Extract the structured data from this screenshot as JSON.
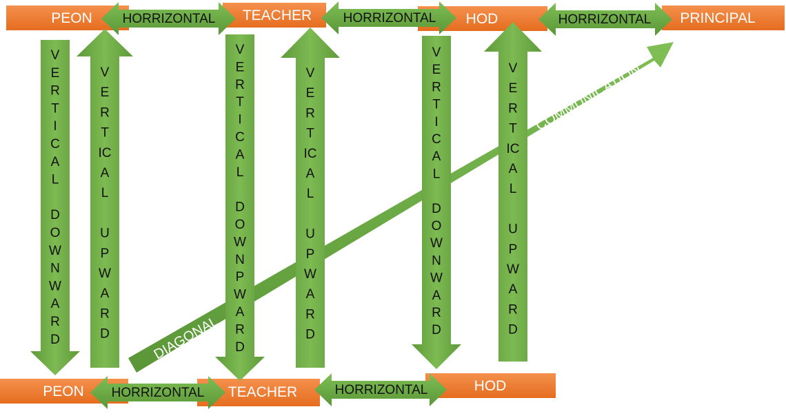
{
  "top_boxes": {
    "peon": "PEON",
    "teacher": "TEACHER",
    "hod": "HOD",
    "principal": "PRINCIPAL"
  },
  "bottom_boxes": {
    "peon": "PEON",
    "teacher": "TEACHER",
    "hod": "HOD"
  },
  "horizontal_arrows": {
    "top_1": "HORRIZONTAL",
    "top_2": "HORRIZONTAL",
    "top_3": "HORRIZONTAL",
    "bottom_1": "HORRIZONTAL",
    "bottom_2": "HORRIZONTAL"
  },
  "vertical_arrows": {
    "peon_down": [
      "V",
      "E",
      "R",
      "T",
      "I",
      "C",
      "A",
      "L",
      "",
      "D",
      "O",
      "W",
      "N",
      "W",
      "A",
      "R",
      "D"
    ],
    "peon_up": [
      "V",
      "E",
      "R",
      "T",
      "IC",
      "A",
      "L",
      "",
      "U",
      "P",
      "W",
      "A",
      "R",
      "D"
    ],
    "teacher_down": [
      "V",
      "E",
      "R",
      "T",
      "I",
      "C",
      "A",
      "L",
      "",
      "D",
      "O",
      "W",
      "N",
      "P",
      "W",
      "A",
      "R",
      "D"
    ],
    "teacher_up": [
      "V",
      "E",
      "R",
      "T",
      "IC",
      "A",
      "L",
      "",
      "U",
      "P",
      "W",
      "A",
      "R",
      "D"
    ],
    "hod_down": [
      "V",
      "E",
      "R",
      "T",
      "I",
      "C",
      "A",
      "L",
      "",
      "D",
      "O",
      "W",
      "N",
      "W",
      "A",
      "R",
      "D"
    ],
    "hod_up": [
      "V",
      "E",
      "R",
      "T",
      "IC",
      "A",
      "L",
      "",
      "U",
      "P",
      "W",
      "A",
      "R",
      "D"
    ]
  },
  "diagonal_arrow": {
    "start_text": "DIAGONAL",
    "end_text": "COMMUNICATION"
  },
  "colors": {
    "box_orange": "#ed7d31",
    "arrow_green": "#70ad47",
    "text_white": "#ffffff"
  }
}
